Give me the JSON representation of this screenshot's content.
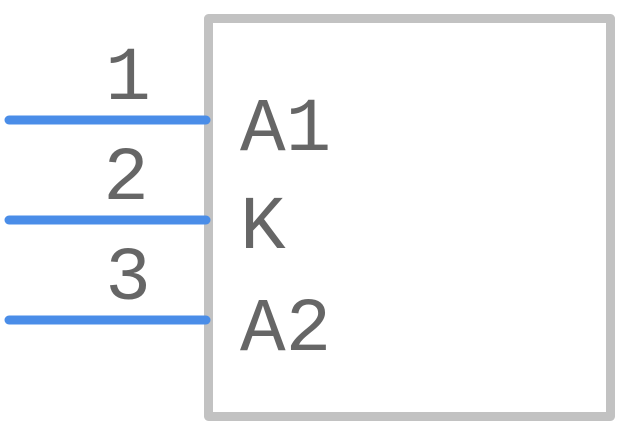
{
  "colors": {
    "pin": "#4a8de8",
    "body": "#c2c2c2",
    "text": "#666666"
  },
  "pins": [
    {
      "number": "1",
      "name": "A1"
    },
    {
      "number": "2",
      "name": "K"
    },
    {
      "number": "3",
      "name": "A2"
    }
  ]
}
